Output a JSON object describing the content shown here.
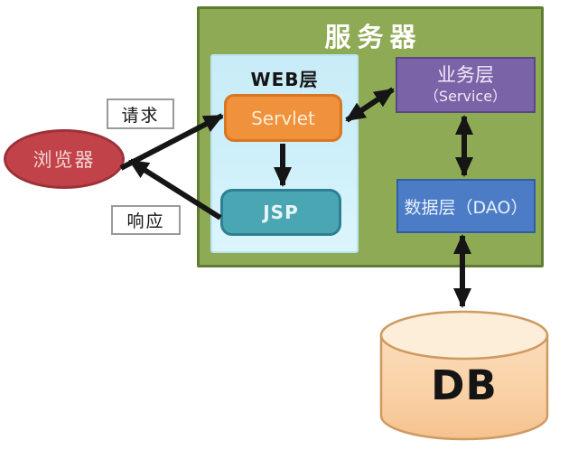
{
  "diagram": {
    "server": {
      "title": "服务器",
      "fill": "#8faa55"
    },
    "web_layer": {
      "title": "WEB层",
      "fill": "#cdeef8"
    },
    "servlet": {
      "label": "Servlet",
      "fill": "#f0913c"
    },
    "jsp": {
      "label": "JSP",
      "fill": "#4ba6b4"
    },
    "service_layer": {
      "line1": "业务层",
      "line2": "（Service）",
      "fill": "#7b63a7"
    },
    "dao_layer": {
      "label": "数据层（DAO）",
      "fill": "#4b7cc5"
    },
    "browser": {
      "label": "浏览器",
      "fill": "#c14349"
    },
    "flow_labels": {
      "request": "请求",
      "response": "响应"
    },
    "db": {
      "label": "DB",
      "fill": "#f8cf9f"
    },
    "arrow_color": "#151515",
    "edges": [
      {
        "from": "浏览器",
        "to": "Servlet",
        "label": "请求",
        "arrow": "single"
      },
      {
        "from": "JSP",
        "to": "浏览器",
        "label": "响应",
        "arrow": "single"
      },
      {
        "from": "Servlet",
        "to": "业务层（Service）",
        "arrow": "double"
      },
      {
        "from": "Servlet",
        "to": "JSP",
        "arrow": "single"
      },
      {
        "from": "业务层（Service）",
        "to": "数据层（DAO）",
        "arrow": "double"
      },
      {
        "from": "数据层（DAO）",
        "to": "DB",
        "arrow": "double"
      }
    ]
  }
}
